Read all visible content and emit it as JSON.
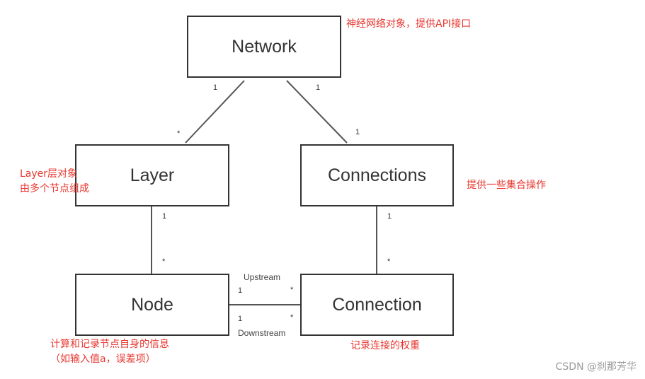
{
  "nodes": {
    "network": "Network",
    "layer": "Layer",
    "connections": "Connections",
    "node": "Node",
    "connection": "Connection"
  },
  "multiplicities": {
    "network_layer_top": "1",
    "network_layer_bottom": "*",
    "network_connections_top": "1",
    "network_connections_bottom": "1",
    "layer_node_top": "1",
    "layer_node_bottom": "*",
    "connections_connection_top": "1",
    "connections_connection_bottom": "*",
    "node_upstream": "1",
    "connection_upstream": "*",
    "node_downstream": "1",
    "connection_downstream": "*"
  },
  "edge_labels": {
    "upstream": "Upstream",
    "downstream": "Downstream"
  },
  "annotations": {
    "network": "神经网络对象，提供API接口",
    "layer_line1": "Layer层对象",
    "layer_line2": "由多个节点组成",
    "connections": "提供一些集合操作",
    "node_line1": "计算和记录节点自身的信息",
    "node_line2": "（如输入值a，误差项）",
    "connection": "记录连接的权重"
  },
  "watermark": "CSDN @刹那芳华",
  "colors": {
    "annotation": "#e8362f",
    "stroke": "#333333",
    "watermark": "#9a9a9a"
  }
}
